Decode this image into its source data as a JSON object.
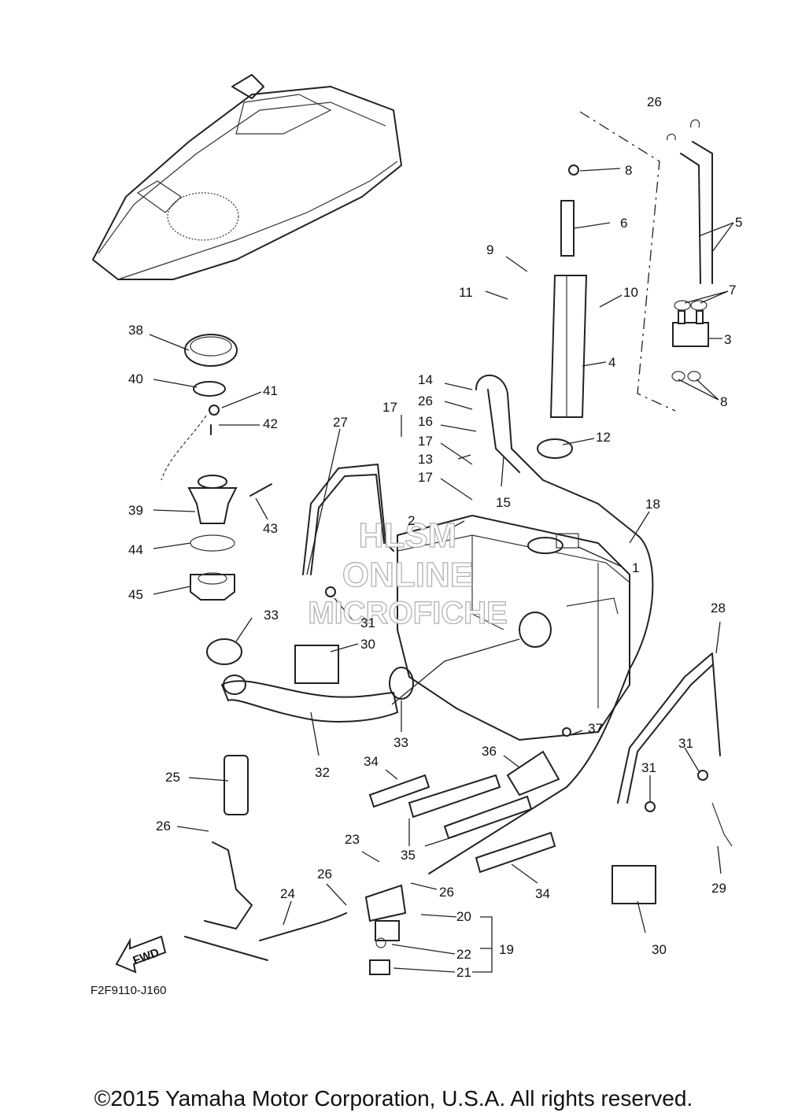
{
  "diagram": {
    "code": "F2F9110-J160",
    "fwd_label": "FWD",
    "watermark": [
      "HLSM",
      "ONLINE",
      "MICROFICHE"
    ],
    "callouts": [
      "1",
      "2",
      "3",
      "4",
      "5",
      "6",
      "7",
      "8",
      "9",
      "10",
      "11",
      "12",
      "13",
      "14",
      "15",
      "16",
      "17",
      "18",
      "19",
      "20",
      "21",
      "22",
      "23",
      "24",
      "25",
      "26",
      "27",
      "28",
      "29",
      "30",
      "31",
      "32",
      "33",
      "34",
      "35",
      "36",
      "37",
      "38",
      "39",
      "40",
      "41",
      "42",
      "43",
      "44",
      "45"
    ]
  },
  "copyright": "©2015 Yamaha Motor Corporation, U.S.A. All rights reserved."
}
